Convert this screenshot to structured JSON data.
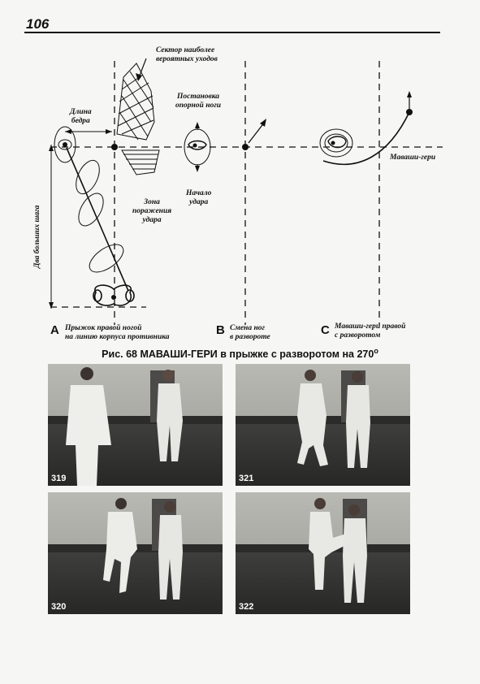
{
  "page": {
    "number": "106"
  },
  "diagram": {
    "labels": {
      "sector": "Сектор наиболее\nвероятных уходов",
      "thigh_length": "Длина\nбедра",
      "support_leg": "Постановка\nопорной ноги",
      "mawashi": "Маваши-гери",
      "hit_zone": "Зона\nпоражения\nудара",
      "strike_start": "Начало\nудара",
      "two_steps": "Два больших шага"
    },
    "phases": [
      {
        "letter": "A",
        "text": "Прыжок правой ногой\nна линию корпуса противника"
      },
      {
        "letter": "B",
        "text": "Смена ног\nв развороте"
      },
      {
        "letter": "C",
        "text": "Маваши-гери правой\nс разворотом"
      }
    ]
  },
  "figure_caption": {
    "text": "Рис. 68 МАВАШИ-ГЕРИ в прыжке с разворотом на 270",
    "degree": "о"
  },
  "photos": [
    {
      "number": "319"
    },
    {
      "number": "321"
    },
    {
      "number": "320"
    },
    {
      "number": "322"
    }
  ]
}
